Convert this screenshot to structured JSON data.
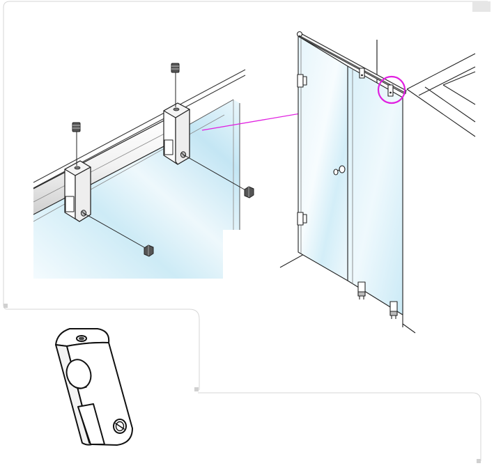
{
  "colors": {
    "line": "#222222",
    "frame": "#d6d6d6",
    "callout": "#e020e0",
    "glass_light": "#eef8fc",
    "glass_blue": "#c2e6f4"
  },
  "figure": {
    "detail_view": {
      "parts": [
        "glass-panel",
        "round-rail",
        "clamp-block",
        "clamp-block",
        "set-screw",
        "set-screw",
        "nut",
        "nut"
      ]
    },
    "enclosure_view": {
      "parts": [
        "ceiling-rail",
        "hinged-door",
        "fixed-panel",
        "door-knob",
        "hinge-upper",
        "hinge-lower",
        "bottom-foot",
        "bottom-foot"
      ],
      "highlight": "rail-clamp"
    },
    "part_view": {
      "parts": [
        "clamp-block"
      ]
    }
  }
}
